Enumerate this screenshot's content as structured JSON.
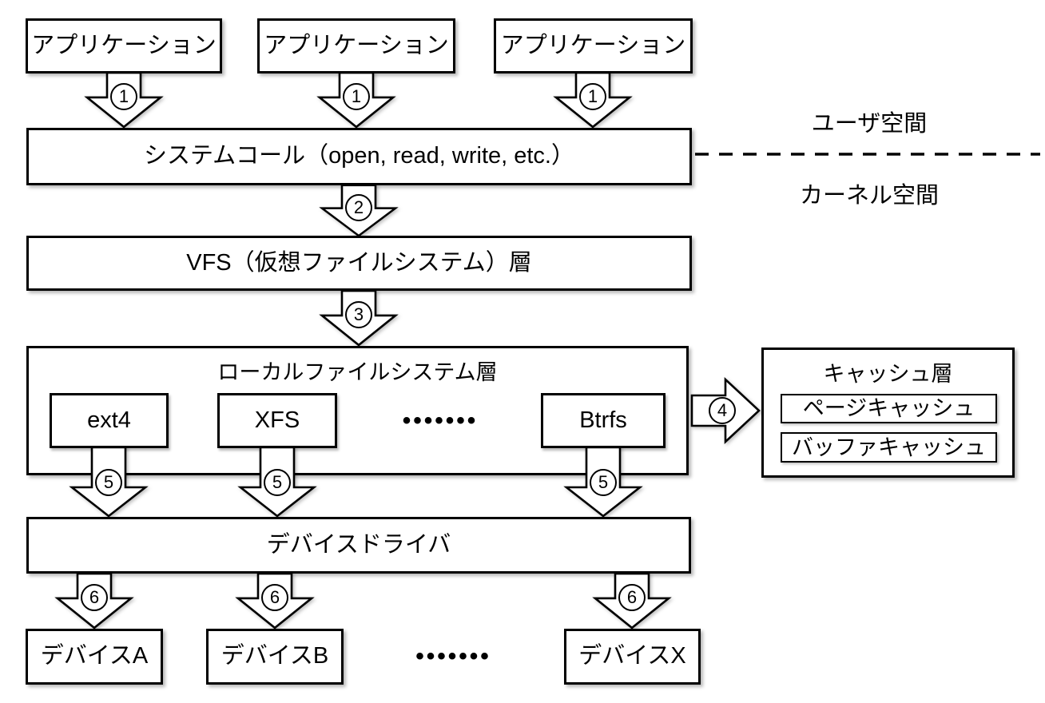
{
  "diagram": {
    "applications": [
      "アプリケーション",
      "アプリケーション",
      "アプリケーション"
    ],
    "space": {
      "user": "ユーザ空間",
      "kernel": "カーネル空間"
    },
    "layers": {
      "syscall": "システムコール（open, read, write, etc.）",
      "vfs": "VFS（仮想ファイルシステム）層",
      "local_fs_title": "ローカルファイルシステム層",
      "device_driver": "デバイスドライバ"
    },
    "filesystems": [
      "ext4",
      "XFS",
      "Btrfs"
    ],
    "cache": {
      "title": "キャッシュ層",
      "items": [
        "ページキャッシュ",
        "バッファキャッシュ"
      ]
    },
    "devices": [
      "デバイスA",
      "デバイスB",
      "デバイスX"
    ],
    "ellipsis": "•••••••",
    "steps": [
      "1",
      "2",
      "3",
      "4",
      "5",
      "6"
    ],
    "colors": {
      "line": "#000000",
      "fill": "#ffffff"
    }
  }
}
